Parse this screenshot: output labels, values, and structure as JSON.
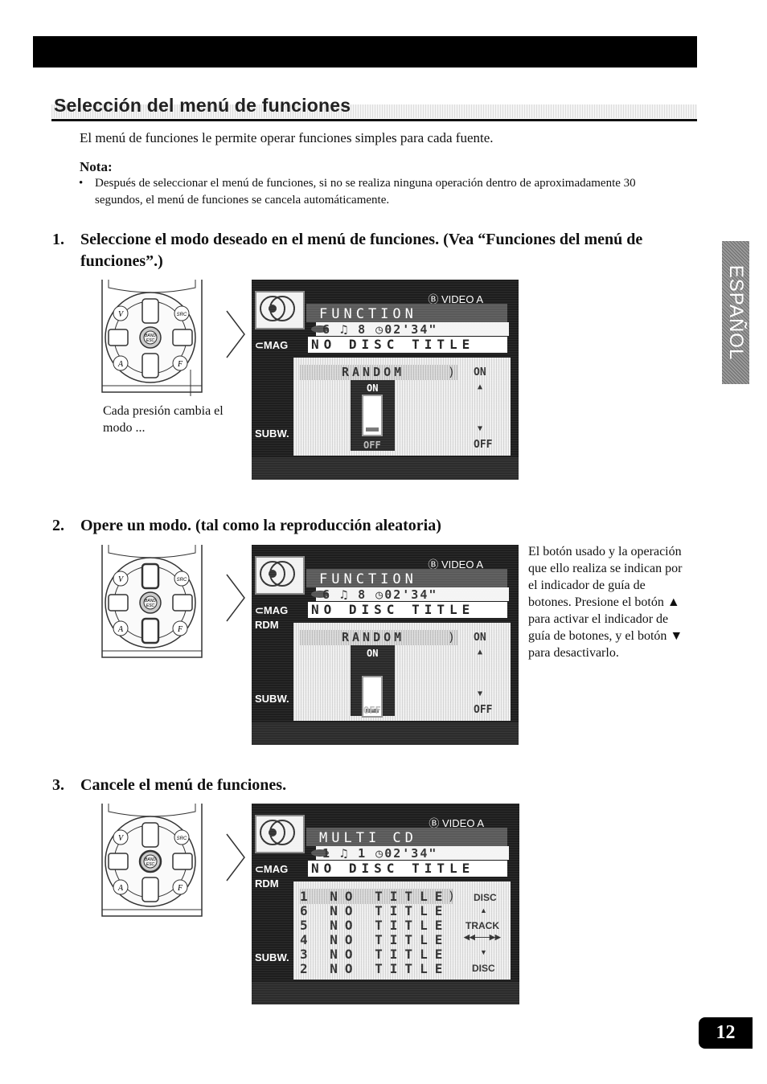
{
  "section": {
    "title": "Selección del menú de funciones",
    "intro": "El menú de funciones le permite operar funciones simples para cada fuente."
  },
  "nota": {
    "heading": "Nota:",
    "bullet": "•",
    "text": "Después de seleccionar el menú de funciones, si no se realiza ninguna operación dentro de aproximadamente 30 segundos, el menú de funciones se cancela automáticamente."
  },
  "side_tab": "ESPAÑOL",
  "steps": [
    {
      "num": "1.",
      "text": "Seleccione el modo deseado en el menú de funciones. (Vea “Funciones del menú de funciones”.)"
    },
    {
      "num": "2.",
      "text": "Opere un modo. (tal como la reproducción aleatoria)"
    },
    {
      "num": "3.",
      "text": "Cancele el menú de funciones."
    }
  ],
  "captions": {
    "step1": "Cada presión cambia el modo ...",
    "step2": "El botón usado y la operación que ello realiza se indican por el indicador de guía de botones. Presione el botón ▲ para activar el indicador de guía de botones, y el botón ▼ para desactivarlo."
  },
  "remote_labels": {
    "v": "V",
    "src": "SRC",
    "band": "BAND",
    "esc": "ESC",
    "a": "A",
    "f": "F"
  },
  "screens": [
    {
      "video": "Ⓑ VIDEO A",
      "title": "FUNCTION",
      "info": "6  ♫ 8  ◷02'34\"",
      "disc_title": "NO DISC TITLE",
      "left_labels": [
        "⊂MAG",
        "SUBW."
      ],
      "random": "RANDOM",
      "random_end": ")",
      "on": "ON",
      "off": "OFF",
      "up": "▲",
      "down": "▼",
      "sel_on": "ON",
      "sel_off": "OFF"
    },
    {
      "video": "Ⓑ VIDEO A",
      "title": "FUNCTION",
      "info": "6  ♫ 8  ◷02'34\"",
      "disc_title": "NO DISC TITLE",
      "left_labels": [
        "⊂MAG",
        "RDM",
        "SUBW."
      ],
      "random": "RANDOM",
      "random_end": ")",
      "on": "ON",
      "off": "OFF",
      "up": "▲",
      "down": "▼",
      "sel_on": "ON",
      "sel_off": "OFF"
    },
    {
      "video": "Ⓑ VIDEO A",
      "title": "MULTI CD",
      "info": "1  ♫ 1  ◷02'34\"",
      "disc_title": "NO DISC TITLE",
      "left_labels": [
        "⊂MAG",
        "RDM",
        "SUBW."
      ],
      "list": [
        "1 NO TITLE",
        "6 NO TITLE",
        "5 NO TITLE",
        "4 NO TITLE",
        "3 NO TITLE",
        "2 NO TITLE"
      ],
      "list_end": ")",
      "right_labels": [
        "DISC",
        "▲",
        "TRACK",
        "◀◀——▶▶",
        "▼",
        "DISC"
      ]
    }
  ],
  "page_number": "12"
}
